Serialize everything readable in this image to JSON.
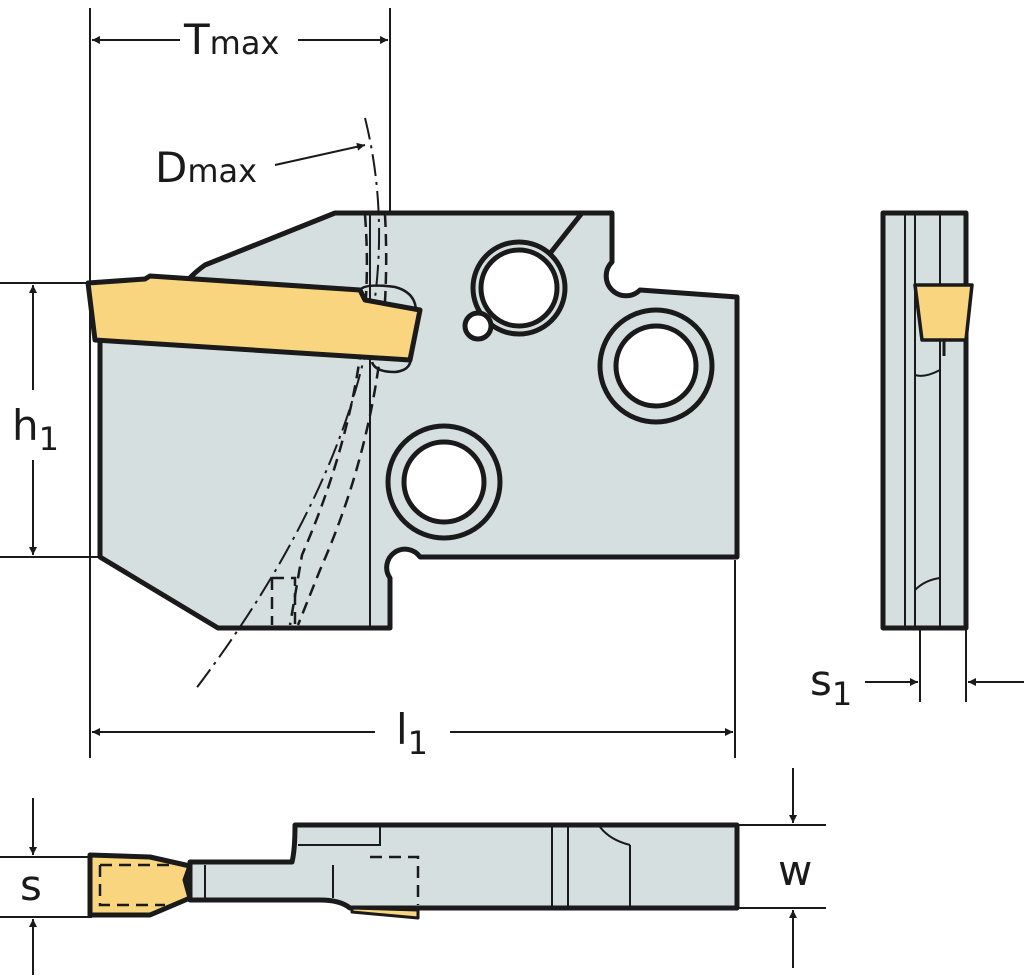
{
  "title": "Parting blade and insert dimension drawing",
  "colors": {
    "body": "#d5dfe0",
    "insert": "#f8d57e",
    "line": "#1a1a1a"
  },
  "dimensions": {
    "tmax": {
      "base": "T",
      "sub": "max"
    },
    "dmax": {
      "base": "D",
      "sub": "max"
    },
    "h1": {
      "base": "h",
      "sub": "1"
    },
    "l1": {
      "base": "l",
      "sub": "1"
    },
    "s1": {
      "base": "s",
      "sub": "1"
    },
    "s": {
      "base": "s"
    },
    "w": {
      "base": "w"
    }
  }
}
